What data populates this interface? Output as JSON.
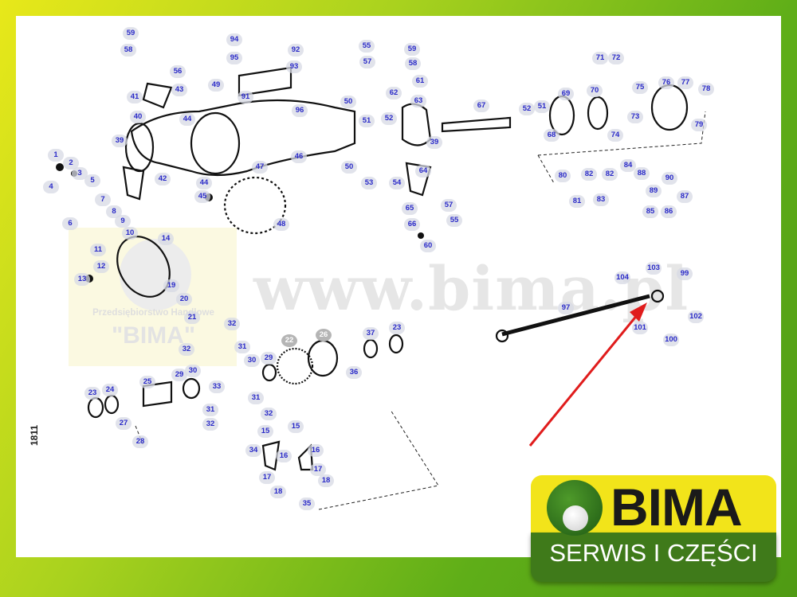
{
  "watermark": {
    "company_line": "Przedsiębiorstwo Handlowe",
    "company_name": "\"BIMA\"",
    "url": "www.bima.pl"
  },
  "drawing_code": "1811",
  "logo": {
    "name": "BIMA",
    "tagline": "SERWIS I CZĘŚCI"
  },
  "colors": {
    "label_text": "#2a2ac8",
    "arrow": "#e01c1c",
    "logo_yellow": "#f2e41a",
    "logo_green": "#3f7a1a"
  },
  "part_labels": [
    "59",
    "58",
    "94",
    "92",
    "95",
    "93",
    "55",
    "59",
    "57",
    "58",
    "71",
    "72",
    "56",
    "61",
    "49",
    "75",
    "76",
    "77",
    "78",
    "41",
    "43",
    "91",
    "62",
    "63",
    "69",
    "70",
    "50",
    "67",
    "52",
    "51",
    "96",
    "40",
    "44",
    "51",
    "52",
    "73",
    "79",
    "39",
    "74",
    "68",
    "39",
    "46",
    "1",
    "2",
    "50",
    "47",
    "3",
    "5",
    "42",
    "64",
    "80",
    "82",
    "82",
    "84",
    "88",
    "90",
    "53",
    "54",
    "44",
    "4",
    "45",
    "89",
    "87",
    "81",
    "83",
    "85",
    "86",
    "7",
    "57",
    "65",
    "8",
    "6",
    "9",
    "66",
    "55",
    "48",
    "10",
    "14",
    "60",
    "11",
    "12",
    "103",
    "99",
    "104",
    "13",
    "19",
    "97",
    "20",
    "102",
    "21",
    "101",
    "32",
    "100",
    "31",
    "32",
    "22",
    "26",
    "37",
    "23",
    "30",
    "29",
    "36",
    "25",
    "29",
    "30",
    "33",
    "23",
    "24",
    "31",
    "31",
    "32",
    "27",
    "32",
    "15",
    "28",
    "15",
    "34",
    "16",
    "16",
    "17",
    "17",
    "18",
    "18",
    "35"
  ]
}
